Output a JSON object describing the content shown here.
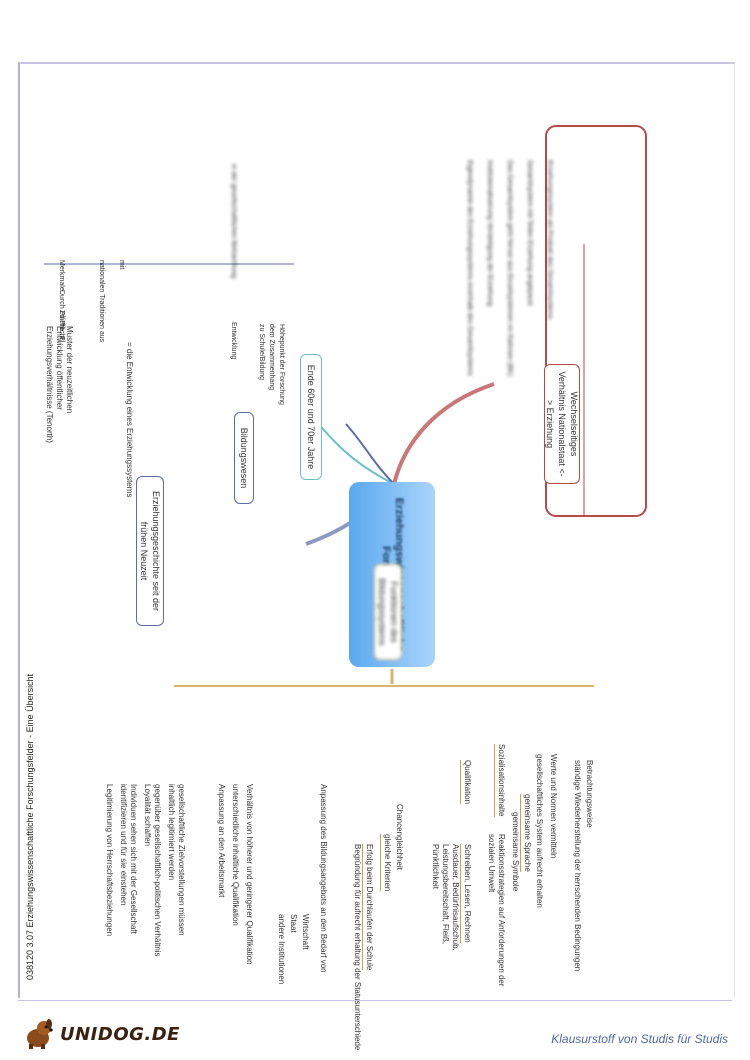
{
  "footer": {
    "document_title": "038120 3.07 Erziehungswissenschaftliche Forschungsfelder - Eine Übersicht",
    "brand": "UNIDOG.DE",
    "tagline": "Klausurstoff von Studis für Studis"
  },
  "center": {
    "label": "Erziehungswissenschaftliche Forschung"
  },
  "colors": {
    "center_gradient_top": "#a9d4fb",
    "center_gradient_bottom": "#5aa9ef",
    "red_branch": "#b74a4a",
    "teal_branch": "#6ac1c5",
    "blue_branch": "#5b6ea8",
    "gold_branch": "#d8b56d"
  },
  "branches": {
    "relation": {
      "label": "Wechselseitiges Verhältnis Nationalstaat <-> Erziehung",
      "items": [
        "Erziehungssystem als Produkt des Gesamtsystems",
        "Gesamtsystem mit Teilen Erziehung angepasst",
        "Das Gesamtsystem geht hervor aus Einzelsystemen im Rahmen (BK)",
        "Institutionalisierung Verstetigung der Erziehung",
        "Eigendynamik des Erziehungssystems innerhalb des Gesamtsystems"
      ]
    },
    "era": {
      "label": "Ende 60er und 70er Jahre",
      "items": [
        "Höhepunkt der Forschung",
        "dem Zusammenhang",
        "zu Schule/Bildung"
      ]
    },
    "education": {
      "label": "Bildungswesen",
      "items": [
        "Entwicklung",
        "in der gesellschaftlichen Betrachtung"
      ]
    },
    "history": {
      "label": "Erziehungsgeschichte seit der frühen Neuzeit",
      "items": [
        "= die Entwicklung eines Erziehungssystems",
        "Muster der neuzeitlichen Entwicklung öffentlicher Erziehungsverhältnisse (Tenorth)",
        "mit",
        "nationalen Traditionen aus",
        "Merkmale",
        "Durch Pflicht",
        "Zu Pflicht",
        "Pl"
      ]
    },
    "functions": {
      "label": "Funktionen des Bildungssystems",
      "items": [
        "Betrachtungsweise",
        "ständige Wiederherstellung der herrschenden Bedingungen",
        "Werte und Normen vermitteln",
        "gesellschaftliches System aufrecht erhalten",
        "gemeinsame Sprache",
        "gemeinsame Symbole",
        "Sozialisationsinhalte",
        "Reaktionsstrategien auf Anforderungen der sozialen Umwelt",
        "Qualifikation",
        "Schreiben, Lesen, Rechnen",
        "Ausdauer, Bedürfnisaufschub, Leistungsbereitschaft, Fleiß, Pünktlichkeit",
        "Chancengleichheit",
        "gleiche Kriterien",
        "Erfolg beim Durchlaufen der Schule",
        "Begründung für aufrecht erhaltung der Statusunterschiede",
        "Anpassung des Bildungsangebots an den Bedarf von",
        "Wirtschaft",
        "Staat",
        "andere Institutionen",
        "Verhältnis von höherer und geringerer Qualifikation",
        "unterschiedliche inhaltliche Qualifikation",
        "Anpassung an den Arbeitsmarkt",
        "gesellschaftliche Zielvorstellungen müssen inhaltlich legitimiert werden",
        "gegenüber gesellschaftlich-politischen Verhältnis Loyalität schaffen",
        "Individuen sehen sich mit der Gesellschaft identifizieren und für sie einstehen",
        "Legitimierung von Herrschaftsbeziehungen"
      ]
    }
  }
}
